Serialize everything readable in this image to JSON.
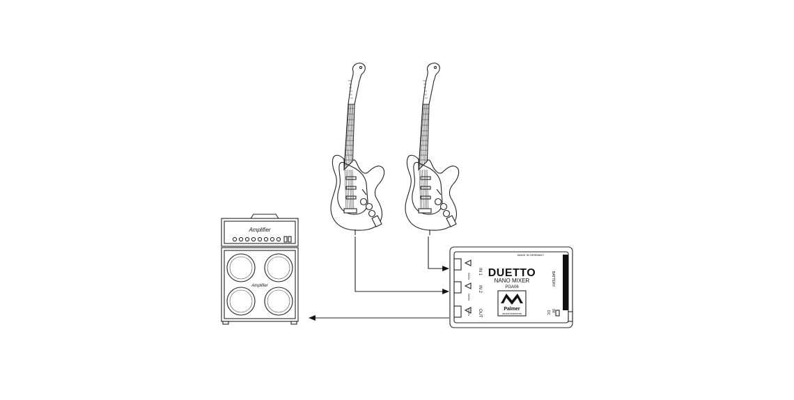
{
  "colors": {
    "line": "#222222",
    "background": "#ffffff"
  },
  "amplifier": {
    "head_logo": "Amplifier",
    "cab_logo": "Amplifier"
  },
  "mixer": {
    "made_in": "MADE IN GERMANY",
    "title": "DUETTO",
    "subtitle": "NANO MIXER",
    "model": "PGA06",
    "brand": "Palmer",
    "brand_tagline": "musical instruments",
    "in1_label": "IN 1",
    "in2_label": "IN 2",
    "out_label": "OUT",
    "gain1_label": "GAIN",
    "gain2_label": "GAIN",
    "gain3_label": "GAIN",
    "battery_label": "BATTERY",
    "dc_label": "DC",
    "dc_rating": "9V"
  },
  "icons": {
    "guitar1": "electric-guitar-icon",
    "guitar2": "electric-guitar-icon",
    "amp": "amplifier-stack-icon",
    "mixer": "nano-mixer-box-icon",
    "arrow": "arrow-head-icon"
  }
}
